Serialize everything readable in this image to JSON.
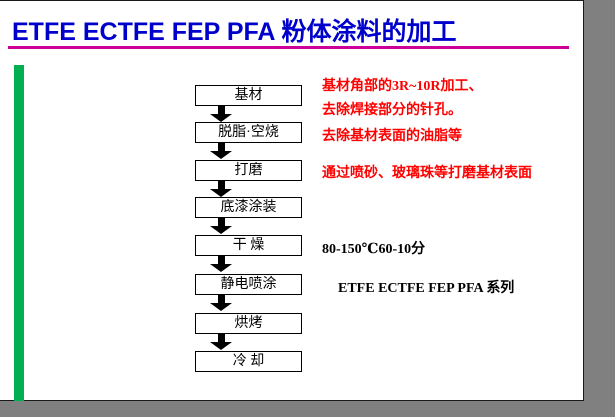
{
  "slide": {
    "title": "ETFE ECTFE FEP PFA 粉体涂料的加工"
  },
  "flowchart": {
    "steps": [
      {
        "label": "基材"
      },
      {
        "label": "脱脂·空烧"
      },
      {
        "label": "打磨"
      },
      {
        "label": "底漆涂装"
      },
      {
        "label": "干 燥"
      },
      {
        "label": "静电喷涂"
      },
      {
        "label": "烘烤"
      },
      {
        "label": "冷 却"
      }
    ],
    "notes": [
      {
        "text": "基材角部的3R~10R加工、",
        "color": "#FF0000"
      },
      {
        "text": "去除焊接部分的针孔。",
        "color": "#FF0000"
      },
      {
        "text": "去除基材表面的油脂等",
        "color": "#FF0000"
      },
      {
        "text": "通过喷砂、玻璃珠等打磨基材表面",
        "color": "#FF0000"
      },
      {
        "text": "80-150℃60-10分",
        "color": "#000000"
      },
      {
        "text": "ETFE ECTFE FEP PFA  系列",
        "color": "#000000"
      }
    ]
  },
  "colors": {
    "title": "#0000CC",
    "title_rule": "#CC0099",
    "sidebar_bar": "#00B050",
    "note_red": "#FF0000",
    "note_dark": "#000000",
    "background_gray": "#808080"
  }
}
